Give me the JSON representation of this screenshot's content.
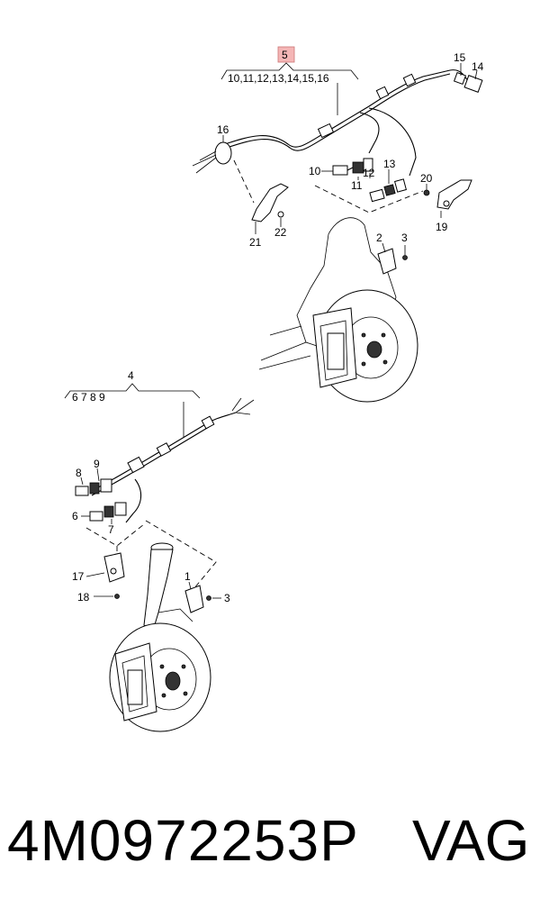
{
  "diagram": {
    "callouts": {
      "c5": "5",
      "c5_group": "10,11,12,13,14,15,16",
      "c15": "15",
      "c14": "14",
      "c16": "16",
      "c10": "10",
      "c11": "11",
      "c12": "12",
      "c13": "13",
      "c20": "20",
      "c19": "19",
      "c21": "21",
      "c22": "22",
      "c2": "2",
      "c3_top": "3",
      "c4": "4",
      "c4_group": "6  7  8  9",
      "c8": "8",
      "c9": "9",
      "c6": "6",
      "c7": "7",
      "c1": "1",
      "c3_bottom": "3",
      "c17": "17",
      "c18": "18"
    },
    "highlight_color": "#f4b6b6"
  },
  "footer": {
    "part_number": "4M0972253P",
    "brand": "VAG"
  }
}
